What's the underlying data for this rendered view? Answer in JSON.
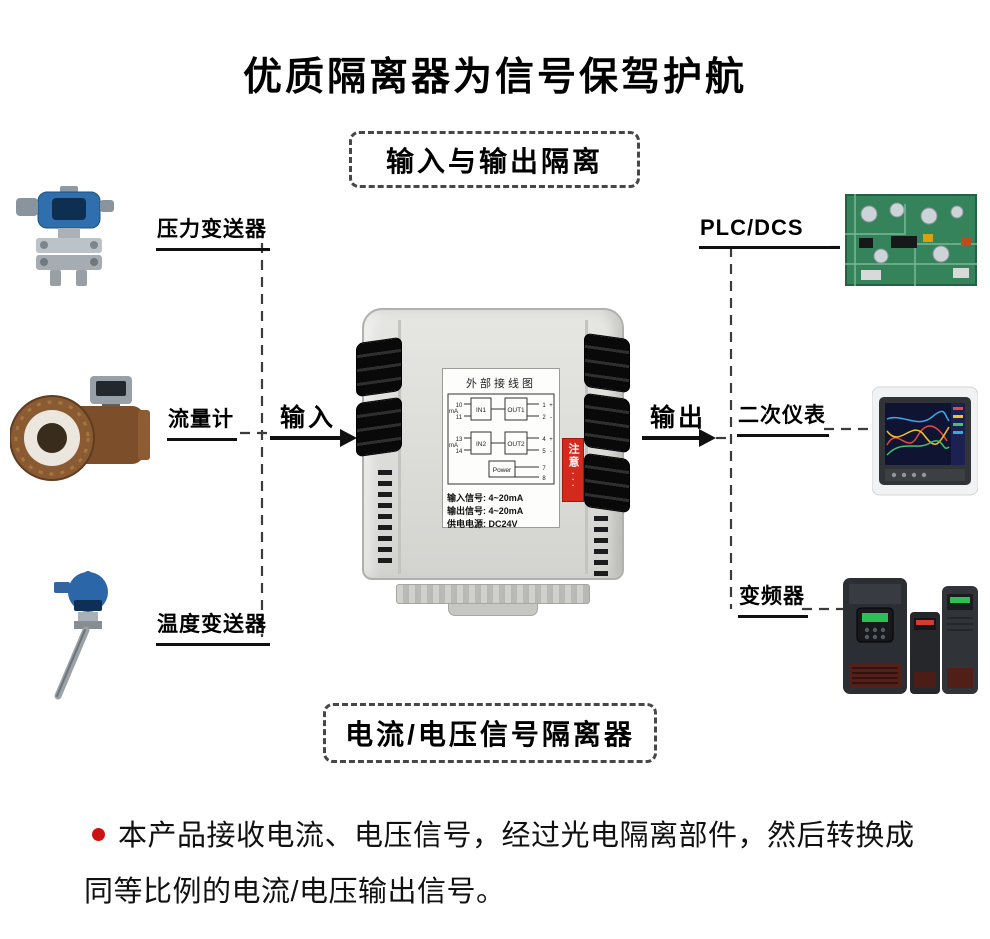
{
  "page": {
    "title": "优质隔离器为信号保驾护航",
    "top_banner": "输入与输出隔离",
    "bottom_banner": "电流/电压信号隔离器",
    "desc_line1": "本产品接收电流、电压信号，经过光电隔离部件，然后转换成",
    "desc_line2": "同等比例的电流/电压输出信号。"
  },
  "flow": {
    "input_label": "输入",
    "output_label": "输出"
  },
  "left_devices": [
    {
      "label": "压力变送器"
    },
    {
      "label": "流量计"
    },
    {
      "label": "温度变送器"
    }
  ],
  "right_devices": [
    {
      "label": "PLC/DCS"
    },
    {
      "label": "二次仪表"
    },
    {
      "label": "变频器"
    }
  ],
  "module": {
    "diagram_title": "外部接线图",
    "blocks": {
      "in1": "IN1",
      "out1": "OUT1",
      "in2": "IN2",
      "out2": "OUT2",
      "power": "Power"
    },
    "left_terminals": [
      "10",
      "11",
      "13",
      "14"
    ],
    "right_terminals": [
      "1",
      "2",
      "4",
      "5",
      "7",
      "8"
    ],
    "polarities": {
      "t1": "+",
      "t2": "-",
      "t4": "+",
      "t5": "-"
    },
    "ma_label": "mA",
    "specs": [
      "输入信号: 4~20mA",
      "输出信号: 4~20mA",
      "供电电源: DC24V"
    ],
    "warning_title": "注意"
  }
}
